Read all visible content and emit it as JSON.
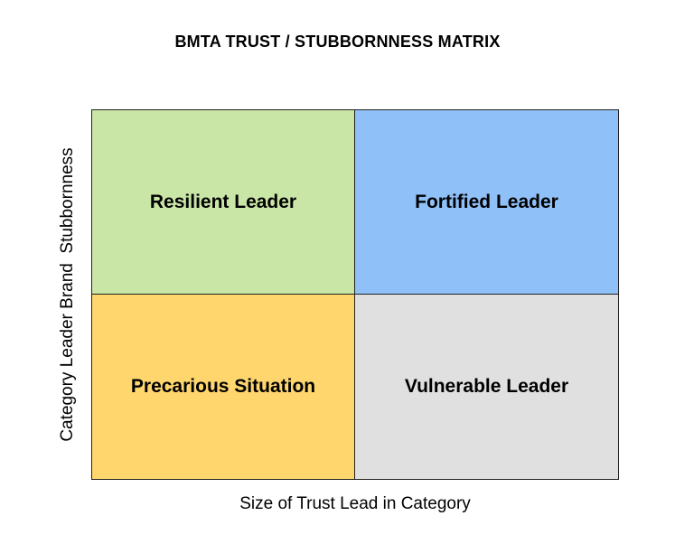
{
  "title": "BMTA TRUST / STUBBORNNESS MATRIX",
  "x_axis_label": "Size of Trust Lead in Category",
  "y_axis_label": "Category Leader Brand  Stubbornness",
  "quadrants": {
    "top_left": {
      "label": "Resilient Leader",
      "color": "#c9e6a7"
    },
    "top_right": {
      "label": "Fortified Leader",
      "color": "#8fc0f8"
    },
    "bottom_left": {
      "label": "Precarious Situation",
      "color": "#fed66d"
    },
    "bottom_right": {
      "label": "Vulnerable Leader",
      "color": "#e0e0e0"
    }
  }
}
